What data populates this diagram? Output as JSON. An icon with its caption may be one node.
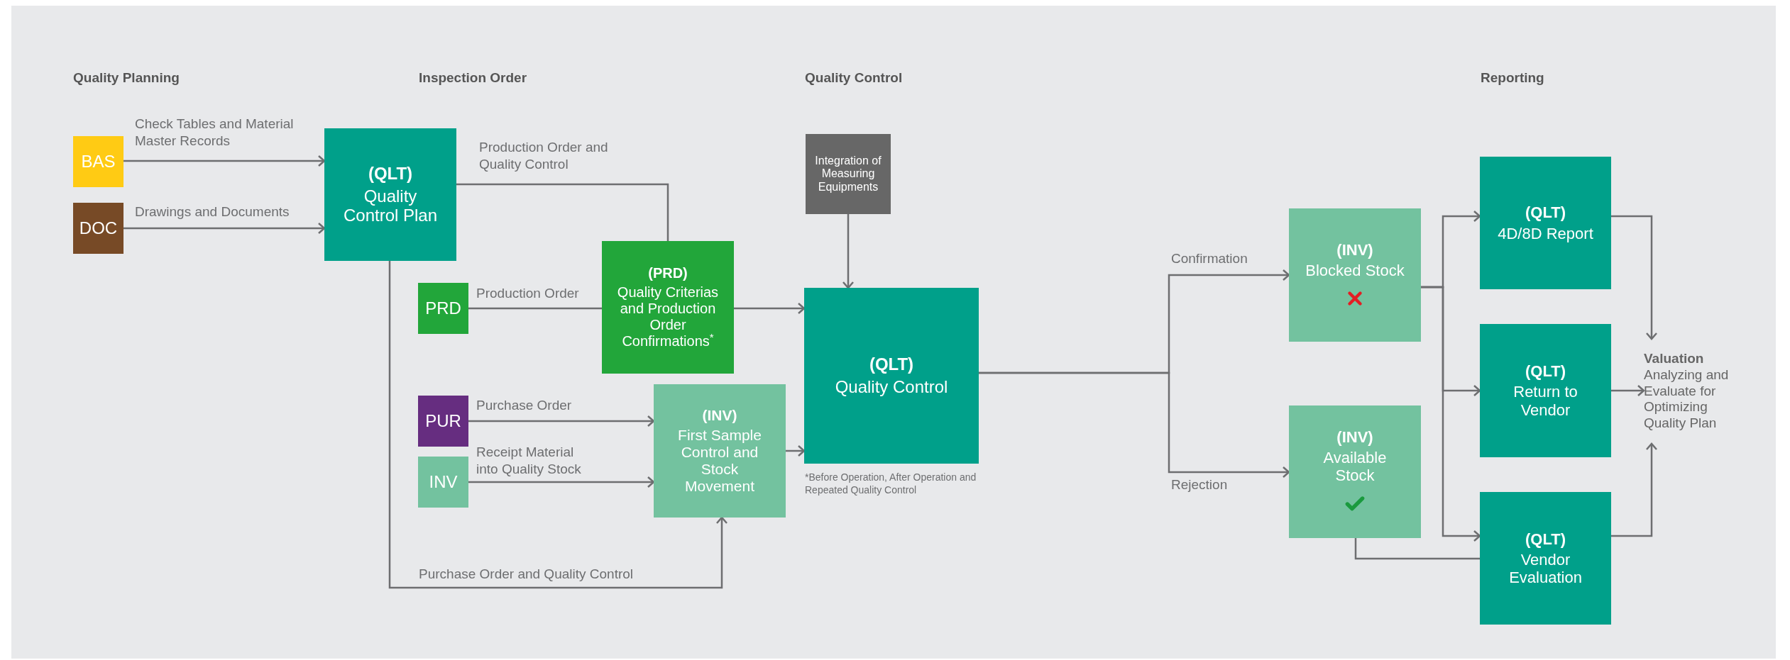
{
  "diagram": {
    "nodes": [
      {
        "text": [
          "BAS"
        ]
      },
      {
        "text": [
          "DOC"
        ]
      },
      {
        "text": [
          "(QLT)",
          "Quality Control Plan"
        ]
      },
      {
        "text": [
          "PRD"
        ]
      },
      {
        "text": [
          "(PRD)",
          "Quality Criterias and Production Order Confirmations$^{*}$"
        ]
      },
      {
        "text": [
          "PUR"
        ]
      },
      {
        "text": [
          "INV"
        ]
      },
      {
        "text": [
          "(INV)",
          "First Sample Control and Stock Movement"
        ]
      },
      {
        "text": [
          "Integration of Measuring Equipments"
        ]
      },
      {
        "text": [
          "(QLT)",
          "Quality Control"
        ]
      },
      {
        "text": [
          "(INV)",
          "Blocked Stock"
        ]
      },
      {
        "text": [
          "(INV)",
          "Available Stock"
        ]
      },
      {
        "text": [
          "(QLT)",
          "4D/8D Report"
        ]
      },
      {
        "text": [
          "(QLT)",
          "Return to Vendor"
        ]
      },
      {
        "text": [
          "(QLT)",
          "Vendor Evaluation"
        ]
      },
      {
        "text": [
          "Valuation",
          "Analyzing and Evaluate for Optimizing Quality Plan"
        ]
      }
    ],
    "edges": [
      {
        "from": 0,
        "to": 2,
        "arrow": "to",
        "label": "Check Tables and Material Master Records"
      },
      {
        "from": 1,
        "to": 2,
        "arrow": "to",
        "label": "Drawings and Documents"
      },
      {
        "from": 2,
        "to": 4,
        "arrow": "none",
        "label": "Production Order and Quality Control"
      },
      {
        "from": 3,
        "to": 4,
        "arrow": "none",
        "label": "Production Order"
      },
      {
        "from": 4,
        "to": 9,
        "arrow": "to"
      },
      {
        "from": 5,
        "to": 7,
        "arrow": "to",
        "label": "Purchase Order"
      },
      {
        "from": 6,
        "to": 7,
        "arrow": "to",
        "label": "Receipt Material into Quality Stock"
      },
      {
        "from": 2,
        "to": 7,
        "arrow": "to",
        "label": "Purchase Order and Quality Control"
      },
      {
        "from": 7,
        "to": 9,
        "arrow": "to"
      },
      {
        "from": 8,
        "to": 9,
        "arrow": "to"
      },
      {
        "from": 9,
        "to": 10,
        "arrow": "to",
        "label": "Confirmation"
      },
      {
        "from": 9,
        "to": 11,
        "arrow": "to",
        "label": "Rejection"
      },
      {
        "from": 10,
        "to": 12,
        "arrow": "to"
      },
      {
        "from": 10,
        "to": 13,
        "arrow": "to"
      },
      {
        "from": 10,
        "to": 14,
        "arrow": "to"
      },
      {
        "from": 11,
        "to": 14,
        "arrow": "none"
      },
      {
        "from": 12,
        "to": 15,
        "arrow": "to"
      },
      {
        "from": 13,
        "to": 15,
        "arrow": "to"
      },
      {
        "from": 14,
        "to": 15,
        "arrow": "to"
      }
    ],
    "labels": [
      "Quality Planning",
      "Inspection Order",
      "Quality Control",
      "Reporting",
      "*Before Operation, After Operation and Repeated Quality Control"
    ]
  }
}
